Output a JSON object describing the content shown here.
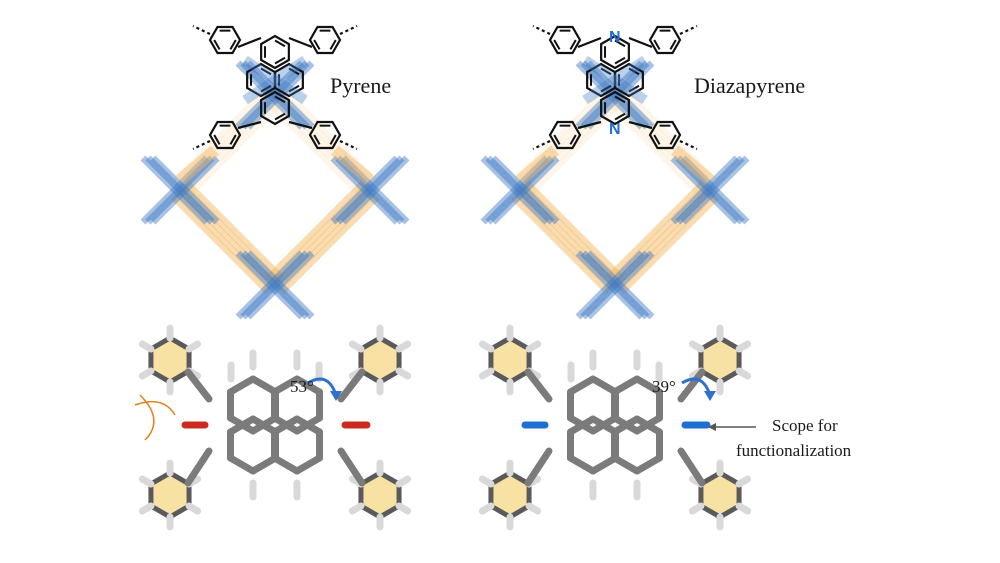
{
  "labels": {
    "pyrene": "Pyrene",
    "diazapyrene": "Diazapyrene",
    "angle_pyrene": "53°",
    "angle_diaza": "39°",
    "scope_line1": "Scope for",
    "scope_line2": "functionalization",
    "nitrogen": "N"
  },
  "colors": {
    "blue": "#3b78c4",
    "orange": "#f3b45a",
    "bond": "#111111",
    "nitrogen": "#1f6fd1",
    "stick_grey": "#7b7b7b",
    "ring_fill": "#f7e2a4",
    "hydrogen": "#d9d9d9",
    "oxygen": "#cc2a1f",
    "arrow_blue": "#2f6fd0"
  },
  "icons": {
    "torsion_arrow": "curved-arrow-icon",
    "pointer": "arrow-left-icon"
  }
}
